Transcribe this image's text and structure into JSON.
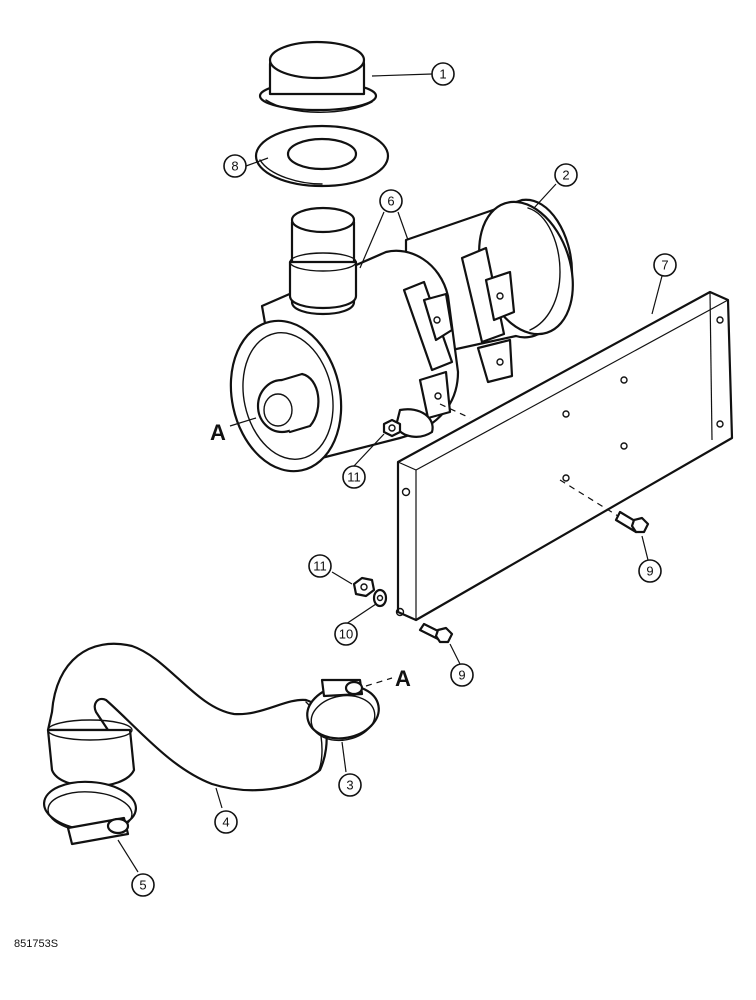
{
  "callouts": {
    "c1": "1",
    "c2": "2",
    "c3": "3",
    "c4": "4",
    "c5": "5",
    "c6": "6",
    "c7": "7",
    "c8": "8",
    "c9a": "9",
    "c9b": "9",
    "c10": "10",
    "c11a": "11",
    "c11b": "11"
  },
  "connector_labels": {
    "a_top": "A",
    "a_bottom": "A"
  },
  "figure_ref": "851753S"
}
